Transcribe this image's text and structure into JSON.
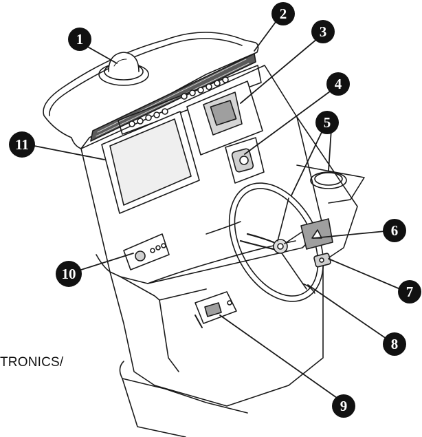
{
  "caption_text": "TRONICS/",
  "callouts": [
    {
      "id": "1",
      "label": "1"
    },
    {
      "id": "2",
      "label": "2"
    },
    {
      "id": "3",
      "label": "3"
    },
    {
      "id": "4",
      "label": "4"
    },
    {
      "id": "5",
      "label": "5"
    },
    {
      "id": "6",
      "label": "6"
    },
    {
      "id": "7",
      "label": "7"
    },
    {
      "id": "8",
      "label": "8"
    },
    {
      "id": "9",
      "label": "9"
    },
    {
      "id": "10",
      "label": "10"
    },
    {
      "id": "11",
      "label": "11"
    }
  ],
  "colors": {
    "line": "#1a1a1a",
    "marker": "#111111",
    "screen": "#bdbdbd",
    "panel": "#ffffff"
  }
}
